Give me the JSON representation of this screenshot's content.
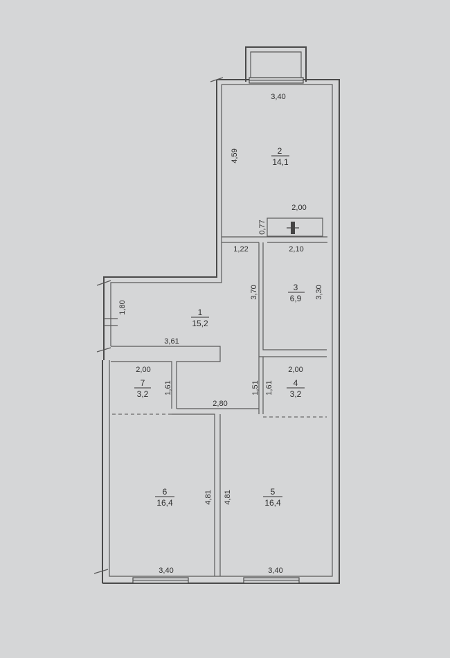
{
  "rooms": [
    {
      "id": "room-1",
      "number": "1",
      "area": "15,2"
    },
    {
      "id": "room-2",
      "number": "2",
      "area": "14,1"
    },
    {
      "id": "room-3",
      "number": "3",
      "area": "6,9"
    },
    {
      "id": "room-4",
      "number": "4",
      "area": "3,2"
    },
    {
      "id": "room-5",
      "number": "5",
      "area": "16,4"
    },
    {
      "id": "room-6",
      "number": "6",
      "area": "16,4"
    },
    {
      "id": "room-7",
      "number": "7",
      "area": "3,2"
    }
  ],
  "dimensions": {
    "room2_top_width": "3,40",
    "room2_height": "4,59",
    "bath_width": "2,00",
    "bath_height": "0,77",
    "hall_top_step": "1,22",
    "room3_width": "2,10",
    "room3_left_height": "3,70",
    "room3_right_height": "3,30",
    "hall_left_height": "1,80",
    "hall_width": "3,61",
    "room7_width": "2,00",
    "room7_height": "1,61",
    "corridor_left_height": "1,51",
    "corridor_width": "2,80",
    "room4_width": "2,00",
    "room4_height": "1,61",
    "room6_height": "4,81",
    "room5_height": "4,81",
    "room6_bottom_width": "3,40",
    "room5_bottom_width": "3,40"
  }
}
